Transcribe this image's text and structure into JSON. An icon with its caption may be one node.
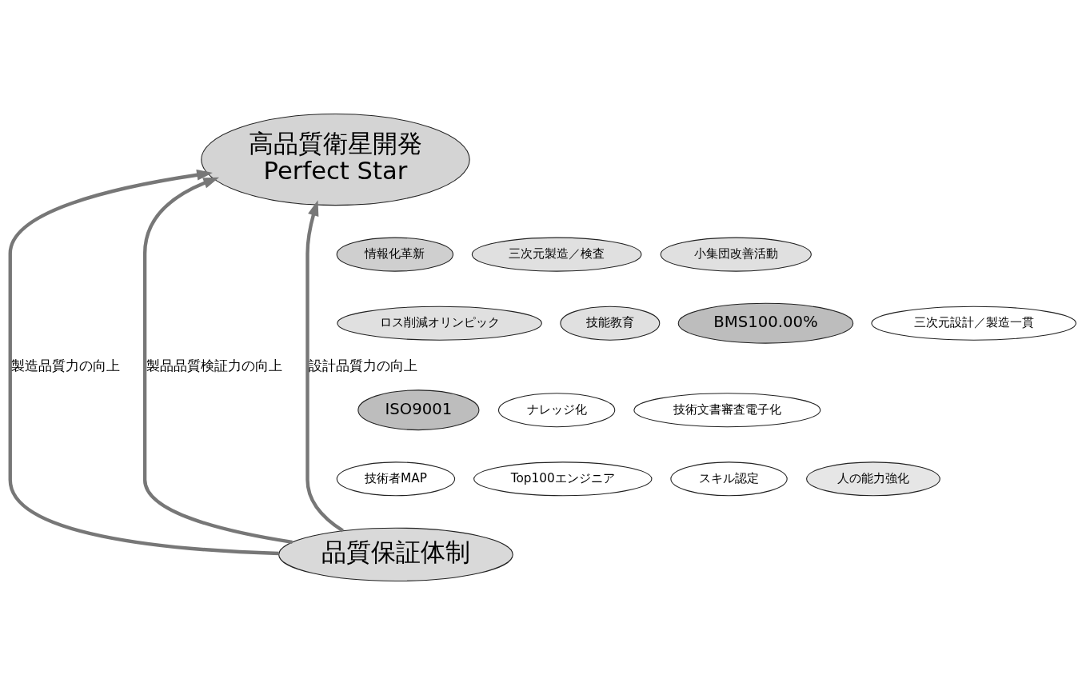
{
  "diagram": {
    "nodes": [
      {
        "text": [
          "高品質衛星開発",
          "Perfect Star"
        ]
      },
      {
        "text": [
          "情報化革新"
        ]
      },
      {
        "text": [
          "三次元製造／検査"
        ]
      },
      {
        "text": [
          "小集団改善活動"
        ]
      },
      {
        "text": [
          "ロス削減オリンピック"
        ]
      },
      {
        "text": [
          "技能教育"
        ]
      },
      {
        "text": [
          "BMS100.00%"
        ]
      },
      {
        "text": [
          "ISO9001"
        ]
      },
      {
        "text": [
          "品質保証体制"
        ]
      },
      {
        "text": [
          "三次元設計／製造一貫"
        ]
      },
      {
        "text": [
          "ナレッジ化"
        ]
      },
      {
        "text": [
          "技術文書審査電子化"
        ]
      },
      {
        "text": [
          "技術者MAP"
        ]
      },
      {
        "text": [
          "Top100エンジニア"
        ]
      },
      {
        "text": [
          "スキル認定"
        ]
      },
      {
        "text": [
          "人の能力強化"
        ]
      }
    ],
    "edges": [
      {
        "from": 8,
        "to": 0,
        "arrow": "to",
        "label": "製造品質力の向上"
      },
      {
        "from": 8,
        "to": 0,
        "arrow": "to",
        "label": "製品品質検証力の向上"
      },
      {
        "from": 8,
        "to": 0,
        "arrow": "to",
        "label": "設計品質力の向上"
      }
    ]
  }
}
